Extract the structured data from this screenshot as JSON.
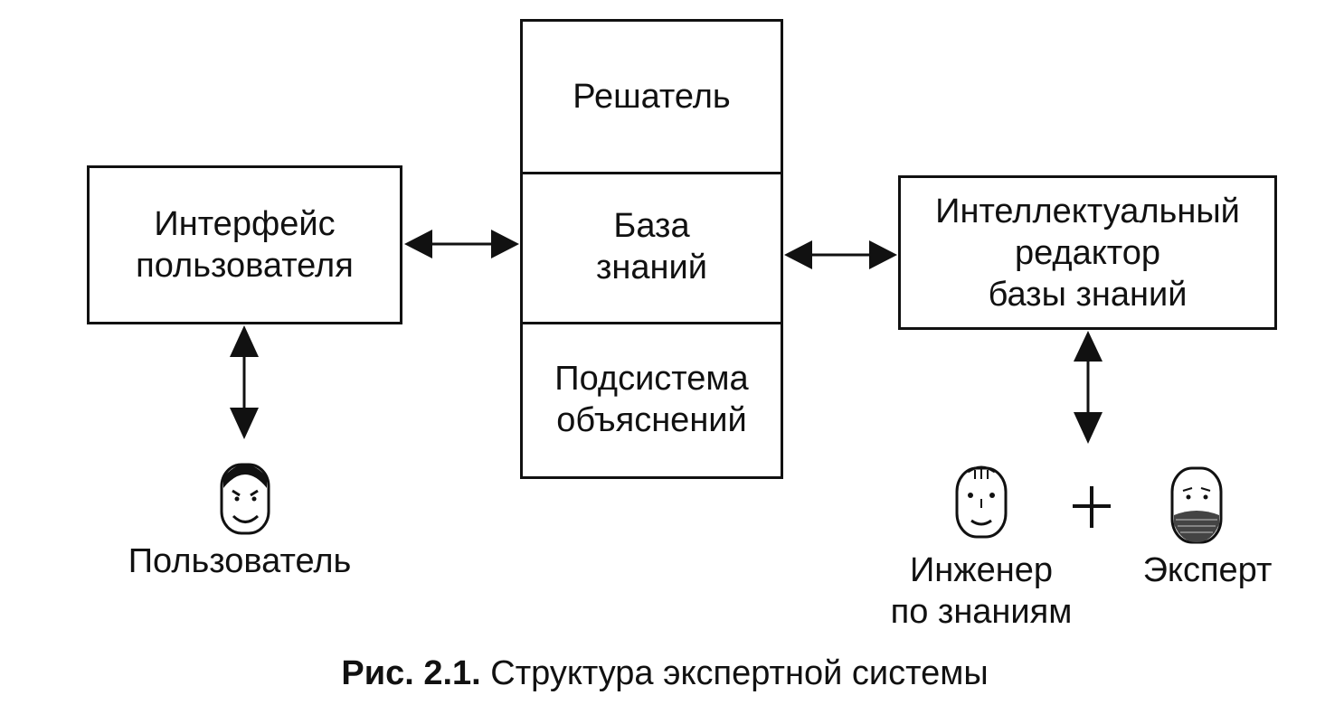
{
  "nodes": {
    "interface": {
      "line1": "Интерфейс",
      "line2": "пользователя"
    },
    "solver": {
      "label": "Решатель"
    },
    "knowledge_base": {
      "line1": "База",
      "line2": "знаний"
    },
    "explanation": {
      "line1": "Подсистема",
      "line2": "объяснений"
    },
    "editor": {
      "line1": "Интеллектуальный",
      "line2": "редактор",
      "line3": "базы знаний"
    }
  },
  "actors": {
    "user": {
      "label": "Пользователь",
      "icon": "smiling-face-icon"
    },
    "engineer": {
      "line1": "Инженер",
      "line2": "по знаниям",
      "icon": "engineer-face-icon"
    },
    "expert": {
      "label": "Эксперт",
      "icon": "bearded-face-icon"
    },
    "plus": "+"
  },
  "caption": {
    "label": "Рис. 2.1.",
    "text": "Структура экспертной системы"
  }
}
